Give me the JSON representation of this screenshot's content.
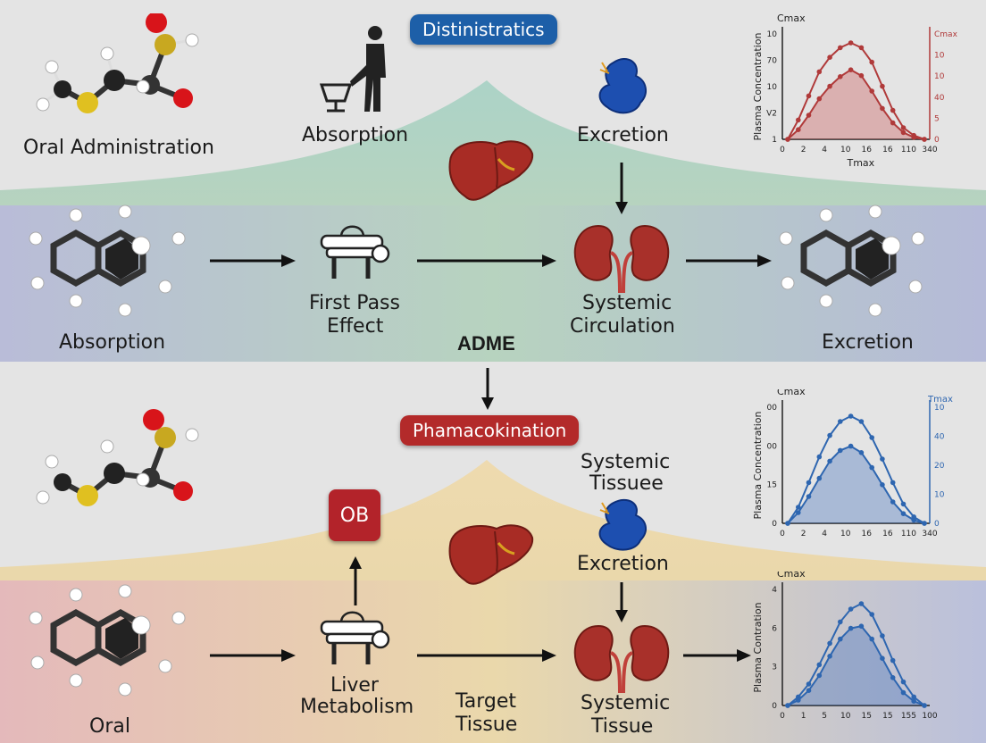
{
  "top": {
    "pill": "Distinistratics",
    "labels": {
      "oral_admin": "Oral Administration",
      "absorption": "Absorption",
      "excretion": "Excretion"
    },
    "band": {
      "absorption": "Absorption",
      "first_pass": [
        "First Pass",
        "Effect"
      ],
      "adme": "ADME",
      "systemic": [
        "Systemic",
        "Circulation"
      ],
      "excretion": "Excretion"
    }
  },
  "bottom": {
    "pill": "Phamacokination",
    "ob_box": "OB",
    "labels": {
      "systemic_tissue": [
        "Systemic",
        "Tissuee"
      ],
      "excretion": "Excretion"
    },
    "band": {
      "oral": "Oral",
      "liver": [
        "Liver",
        "Metabolism"
      ],
      "target": [
        "Target",
        "Tissue"
      ],
      "systemic": [
        "Systemic",
        "Tissue"
      ]
    }
  },
  "colors": {
    "pill_blue": "#1d5fa8",
    "pill_red": "#b32a2a",
    "red_curve": "#b03a3a",
    "blue_curve": "#2e66b0"
  },
  "chart_data": [
    {
      "type": "line",
      "color": "red",
      "title": "Cmax",
      "xlabel": "Tmax",
      "ylabel": "Plasma Concentration",
      "xticks": [
        "0",
        "2",
        "4",
        "10",
        "16",
        "16",
        "110",
        "340"
      ],
      "yticks_left": [
        "10",
        "70",
        "10",
        "V2",
        "1"
      ],
      "yticks_right": [
        "Cmax",
        "10",
        "10",
        "40",
        "5",
        "0"
      ],
      "series": [
        {
          "values": [
            0,
            0.2,
            0.45,
            0.7,
            0.85,
            0.95,
            1.0,
            0.95,
            0.8,
            0.55,
            0.3,
            0.12,
            0.04,
            0
          ]
        },
        {
          "values": [
            0,
            0.1,
            0.25,
            0.42,
            0.55,
            0.65,
            0.72,
            0.66,
            0.5,
            0.32,
            0.17,
            0.07,
            0.02,
            0
          ]
        }
      ]
    },
    {
      "type": "line",
      "color": "blue",
      "title": "Cmax",
      "right_title": "Tmax",
      "ylabel": "Plasma Concentration",
      "xticks": [
        "0",
        "2",
        "4",
        "10",
        "16",
        "16",
        "110",
        "340"
      ],
      "yticks_left": [
        "00",
        "00",
        "15",
        "0"
      ],
      "yticks_right": [
        "10",
        "40",
        "20",
        "10",
        "0"
      ],
      "series": [
        {
          "values": [
            0,
            0.15,
            0.38,
            0.62,
            0.82,
            0.95,
            1.0,
            0.95,
            0.8,
            0.6,
            0.38,
            0.18,
            0.06,
            0
          ]
        },
        {
          "values": [
            0,
            0.1,
            0.25,
            0.42,
            0.58,
            0.68,
            0.72,
            0.66,
            0.52,
            0.36,
            0.2,
            0.09,
            0.03,
            0
          ]
        }
      ]
    },
    {
      "type": "line",
      "color": "blue",
      "title": "Cmax",
      "ylabel": "Plasma Contration",
      "xticks": [
        "0",
        "1",
        "5",
        "10",
        "15",
        "15",
        "155",
        "100"
      ],
      "yticks_left": [
        "4",
        "6",
        "3",
        "0"
      ],
      "series": [
        {
          "values": [
            0,
            0.08,
            0.2,
            0.38,
            0.58,
            0.78,
            0.9,
            0.95,
            0.85,
            0.65,
            0.42,
            0.22,
            0.08,
            0
          ]
        },
        {
          "values": [
            0,
            0.05,
            0.14,
            0.28,
            0.46,
            0.62,
            0.72,
            0.74,
            0.62,
            0.44,
            0.26,
            0.12,
            0.04,
            0
          ]
        }
      ]
    }
  ]
}
